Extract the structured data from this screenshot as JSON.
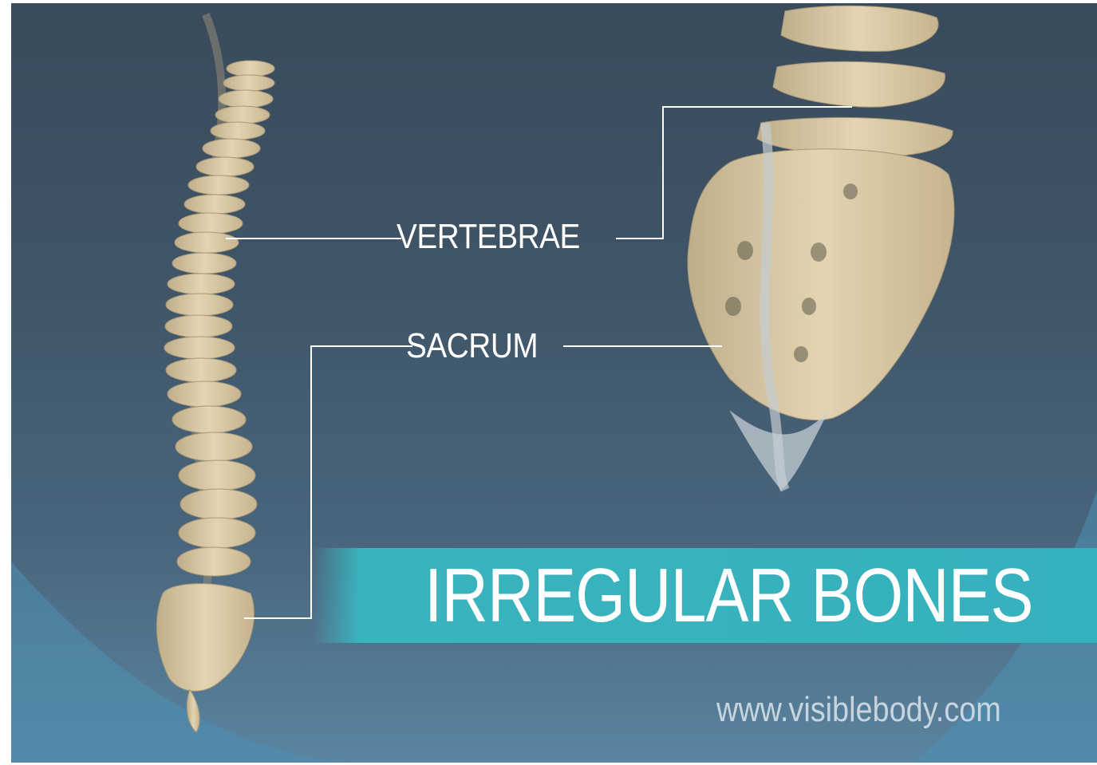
{
  "labels": {
    "vertebrae": "VERTEBRAE",
    "sacrum": "SACRUM"
  },
  "banner": {
    "title": "IRREGULAR BONES"
  },
  "watermark": {
    "url": "www.visiblebody.com"
  },
  "colors": {
    "background_top": "#3a4b5b",
    "background_bottom": "#5a84a0",
    "banner": "#35b1bd",
    "bone": "#d9c9a6",
    "leader_line": "#ffffff"
  }
}
